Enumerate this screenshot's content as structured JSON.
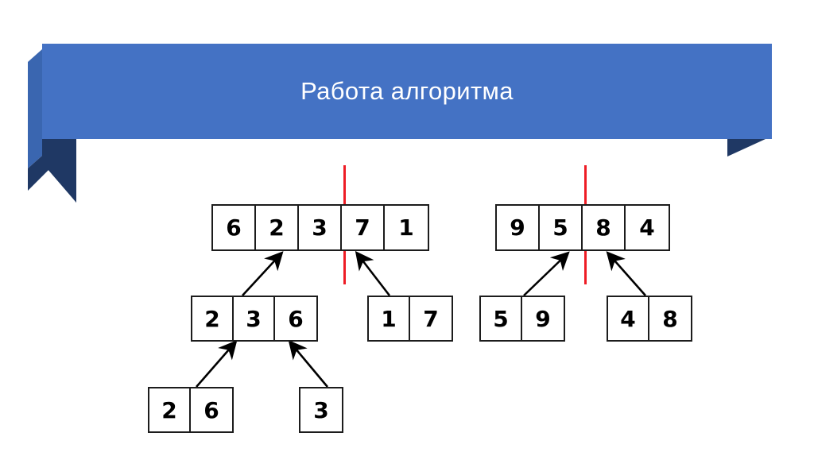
{
  "slide": {
    "title": "Работа алгоритма",
    "background_color": "#ffffff"
  },
  "banner": {
    "fill_color": "#4472C4",
    "fold_color": "#3A66B0",
    "tail_color": "#1F3864",
    "title_color": "#FFFFFF"
  },
  "diagram": {
    "type": "merge-sort-tree",
    "box_border_color": "#1C1C1C",
    "divider_color": "#EE1C25",
    "arrow_color": "#000000",
    "levels": [
      {
        "name": "merged-level",
        "arrays": [
          {
            "name": "merged-left",
            "values": [
              "6",
              "2",
              "3",
              "7",
              "1"
            ],
            "split_after_index": 2
          },
          {
            "name": "merged-right",
            "values": [
              "9",
              "5",
              "8",
              "4"
            ],
            "split_after_index": 1
          }
        ]
      },
      {
        "name": "middle-level",
        "arrays": [
          {
            "name": "sub-a",
            "values": [
              "2",
              "3",
              "6"
            ]
          },
          {
            "name": "sub-b",
            "values": [
              "1",
              "7"
            ]
          },
          {
            "name": "sub-c",
            "values": [
              "5",
              "9"
            ]
          },
          {
            "name": "sub-d",
            "values": [
              "4",
              "8"
            ]
          }
        ]
      },
      {
        "name": "bottom-level",
        "arrays": [
          {
            "name": "leaf-a",
            "values": [
              "2",
              "6"
            ]
          },
          {
            "name": "leaf-b",
            "values": [
              "3"
            ]
          }
        ]
      }
    ]
  }
}
